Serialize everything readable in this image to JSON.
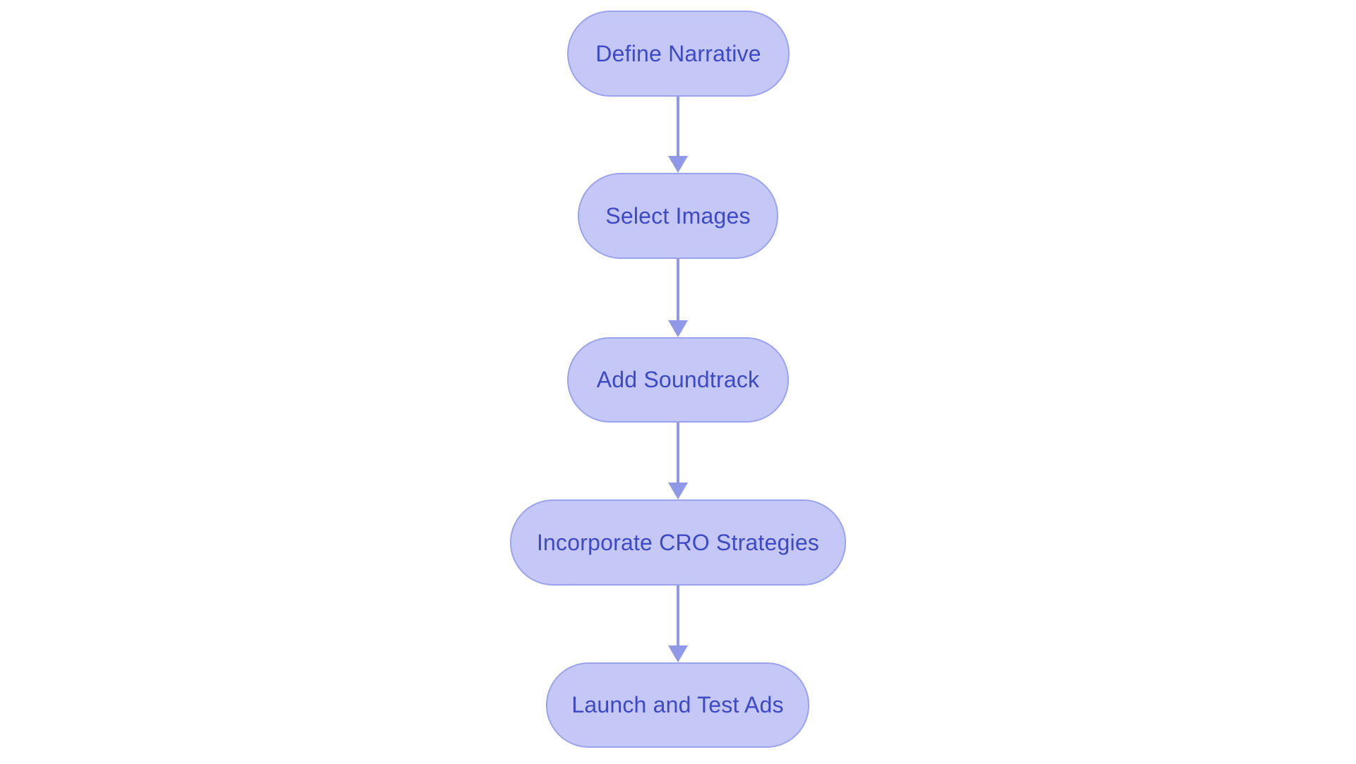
{
  "diagram": {
    "type": "flowchart",
    "direction": "top-down",
    "nodes": [
      {
        "id": "n1",
        "shape": "stadium",
        "label": "Define Narrative"
      },
      {
        "id": "n2",
        "shape": "stadium",
        "label": "Select Images"
      },
      {
        "id": "n3",
        "shape": "stadium",
        "label": "Add Soundtrack"
      },
      {
        "id": "n4",
        "shape": "stadium",
        "label": "Incorporate CRO Strategies"
      },
      {
        "id": "n5",
        "shape": "stadium",
        "label": "Launch and Test Ads"
      }
    ],
    "edges": [
      {
        "from": "n1",
        "to": "n2",
        "style": "arrow-down"
      },
      {
        "from": "n2",
        "to": "n3",
        "style": "arrow-down"
      },
      {
        "from": "n3",
        "to": "n4",
        "style": "arrow-down"
      },
      {
        "from": "n4",
        "to": "n5",
        "style": "arrow-down"
      }
    ],
    "colors": {
      "background": "#ffffff",
      "node_fill": "#c5c8f7",
      "node_border": "#9ba3ee",
      "node_text": "#3d49c6",
      "arrow": "#9099e8"
    }
  }
}
